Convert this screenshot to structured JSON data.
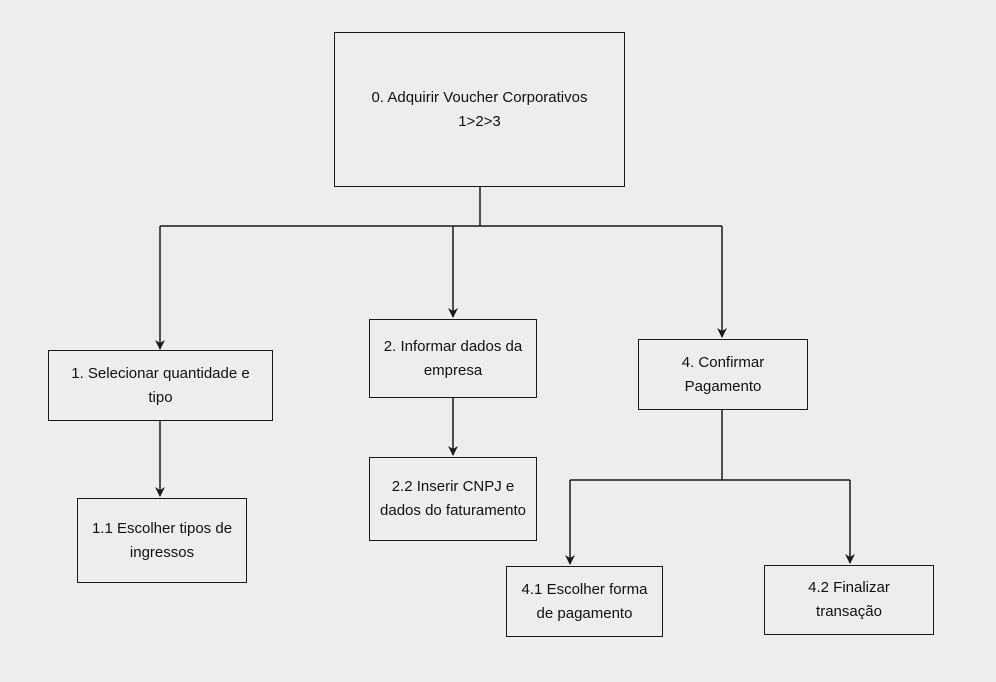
{
  "diagram": {
    "stroke_color": "#1a1a1a",
    "background_color": "#ededed",
    "nodes": {
      "root": {
        "line1": "0. Adquirir Voucher Corporativos",
        "line2": "1>2>3"
      },
      "n1": {
        "line1": "1. Selecionar quantidade e",
        "line2": "tipo"
      },
      "n1_1": {
        "line1": "1.1 Escolher tipos de",
        "line2": "ingressos"
      },
      "n2": {
        "line1": "2. Informar dados da",
        "line2": "empresa"
      },
      "n2_2": {
        "line1": "2.2 Inserir CNPJ e",
        "line2": "dados do faturamento"
      },
      "n4": {
        "line1": "4. Confirmar",
        "line2": "Pagamento"
      },
      "n4_1": {
        "line1": "4.1 Escolher forma",
        "line2": "de pagamento"
      },
      "n4_2": {
        "line1": "4.2 Finalizar",
        "line2": "transação"
      }
    }
  }
}
